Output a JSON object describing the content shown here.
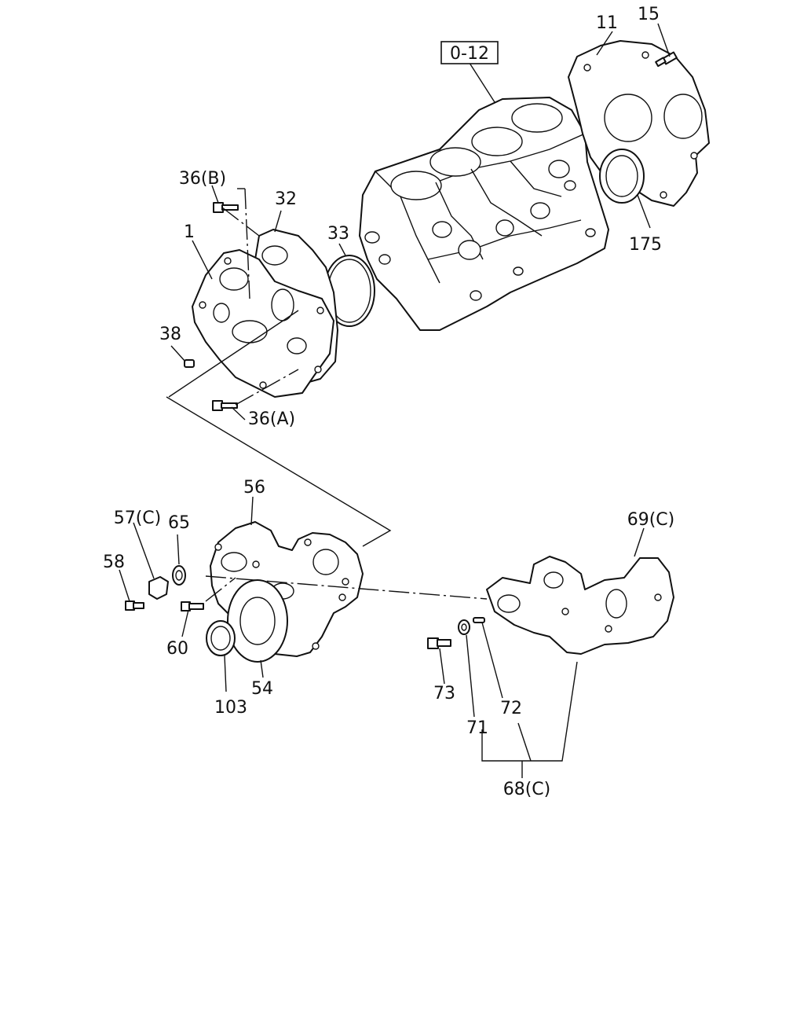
{
  "labels": {
    "ref_block": "0-12",
    "l11": "11",
    "l15": "15",
    "l175": "175",
    "l36b": "36(B)",
    "l32": "32",
    "l1": "1",
    "l33": "33",
    "l38": "38",
    "l36a": "36(A)",
    "l56": "56",
    "l57c": "57(C)",
    "l65": "65",
    "l58": "58",
    "l60": "60",
    "l103": "103",
    "l54": "54",
    "l69c": "69(C)",
    "l73": "73",
    "l71": "71",
    "l72": "72",
    "l68c": "68(C)"
  }
}
